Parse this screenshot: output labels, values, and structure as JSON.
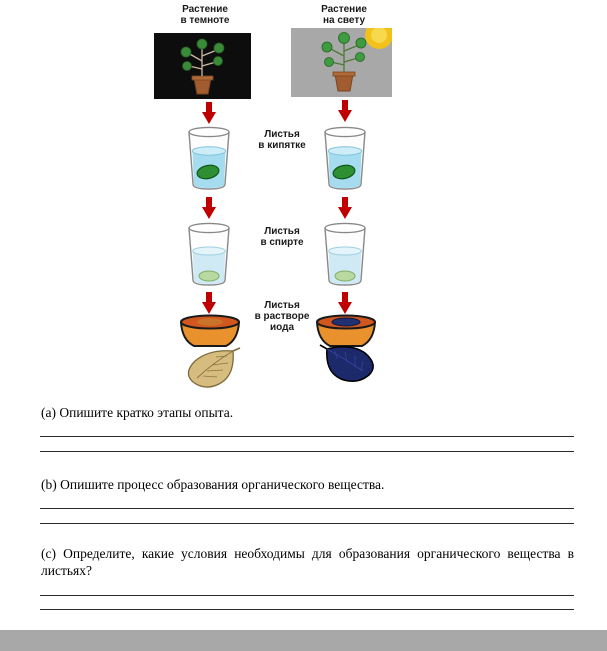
{
  "diagram": {
    "left_header": [
      "Растение",
      "в темноте"
    ],
    "right_header": [
      "Растение",
      "на свету"
    ],
    "steps": [
      {
        "lines": [
          "Листья",
          "в кипятке"
        ]
      },
      {
        "lines": [
          "Листья",
          "в спирте"
        ]
      },
      {
        "lines": [
          "Листья",
          "в растворе",
          "иода"
        ]
      }
    ],
    "colors": {
      "arrow": "#c00000",
      "water": "#a6dcf0",
      "bowl": "#e8912d",
      "iodine_liquid": "#d2571f",
      "starch_leaf": "#1c2a6b",
      "no_starch_leaf": "#d6bd7f"
    }
  },
  "questions": [
    {
      "text": "(a) Опишите кратко этапы опыта.",
      "answer_lines": 2
    },
    {
      "text": "(b) Опишите процесс образования органического вещества.",
      "answer_lines": 2
    },
    {
      "text": "(c) Определите, какие условия необходимы для образования органического вещества в листьях?",
      "answer_lines": 2
    }
  ]
}
